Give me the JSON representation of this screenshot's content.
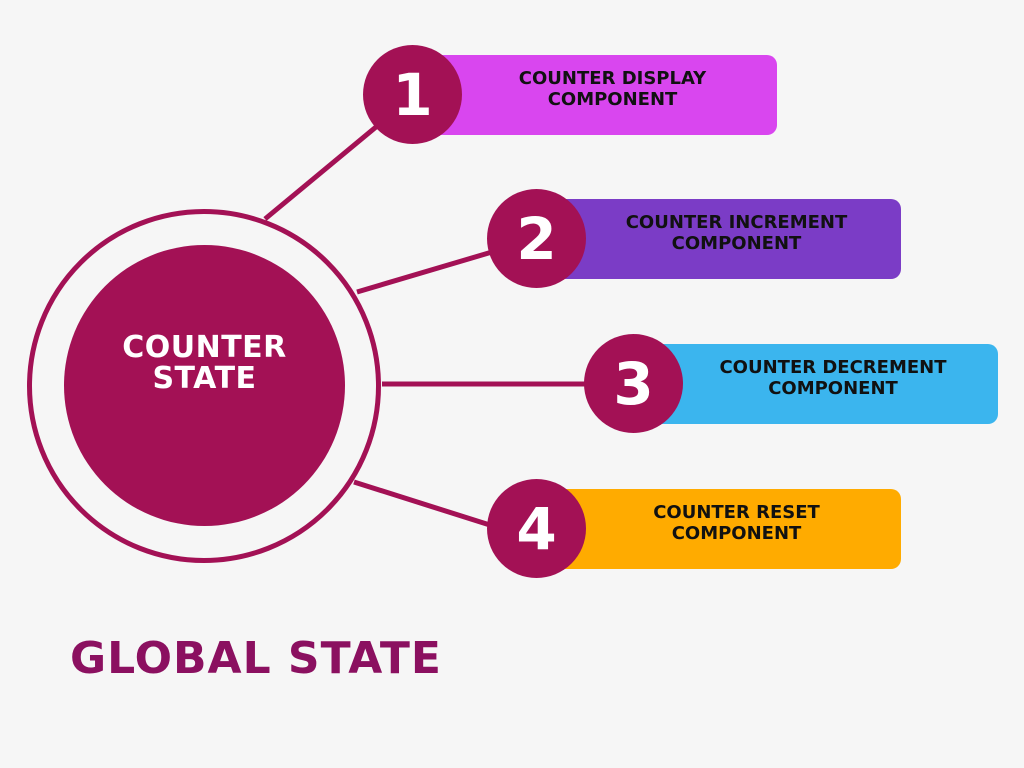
{
  "hub": {
    "label": "COUNTER\nSTATE",
    "color": "#a31155"
  },
  "nodes": [
    {
      "number": "1",
      "label": "COUNTER DISPLAY\nCOMPONENT",
      "color": "#d946ef"
    },
    {
      "number": "2",
      "label": "COUNTER INCREMENT\nCOMPONENT",
      "color": "#7b3cc6"
    },
    {
      "number": "3",
      "label": "COUNTER DECREMENT\nCOMPONENT",
      "color": "#3bb5ee"
    },
    {
      "number": "4",
      "label": "COUNTER RESET\nCOMPONENT",
      "color": "#ffab00"
    }
  ],
  "footer": {
    "title": "GLOBAL STATE"
  }
}
